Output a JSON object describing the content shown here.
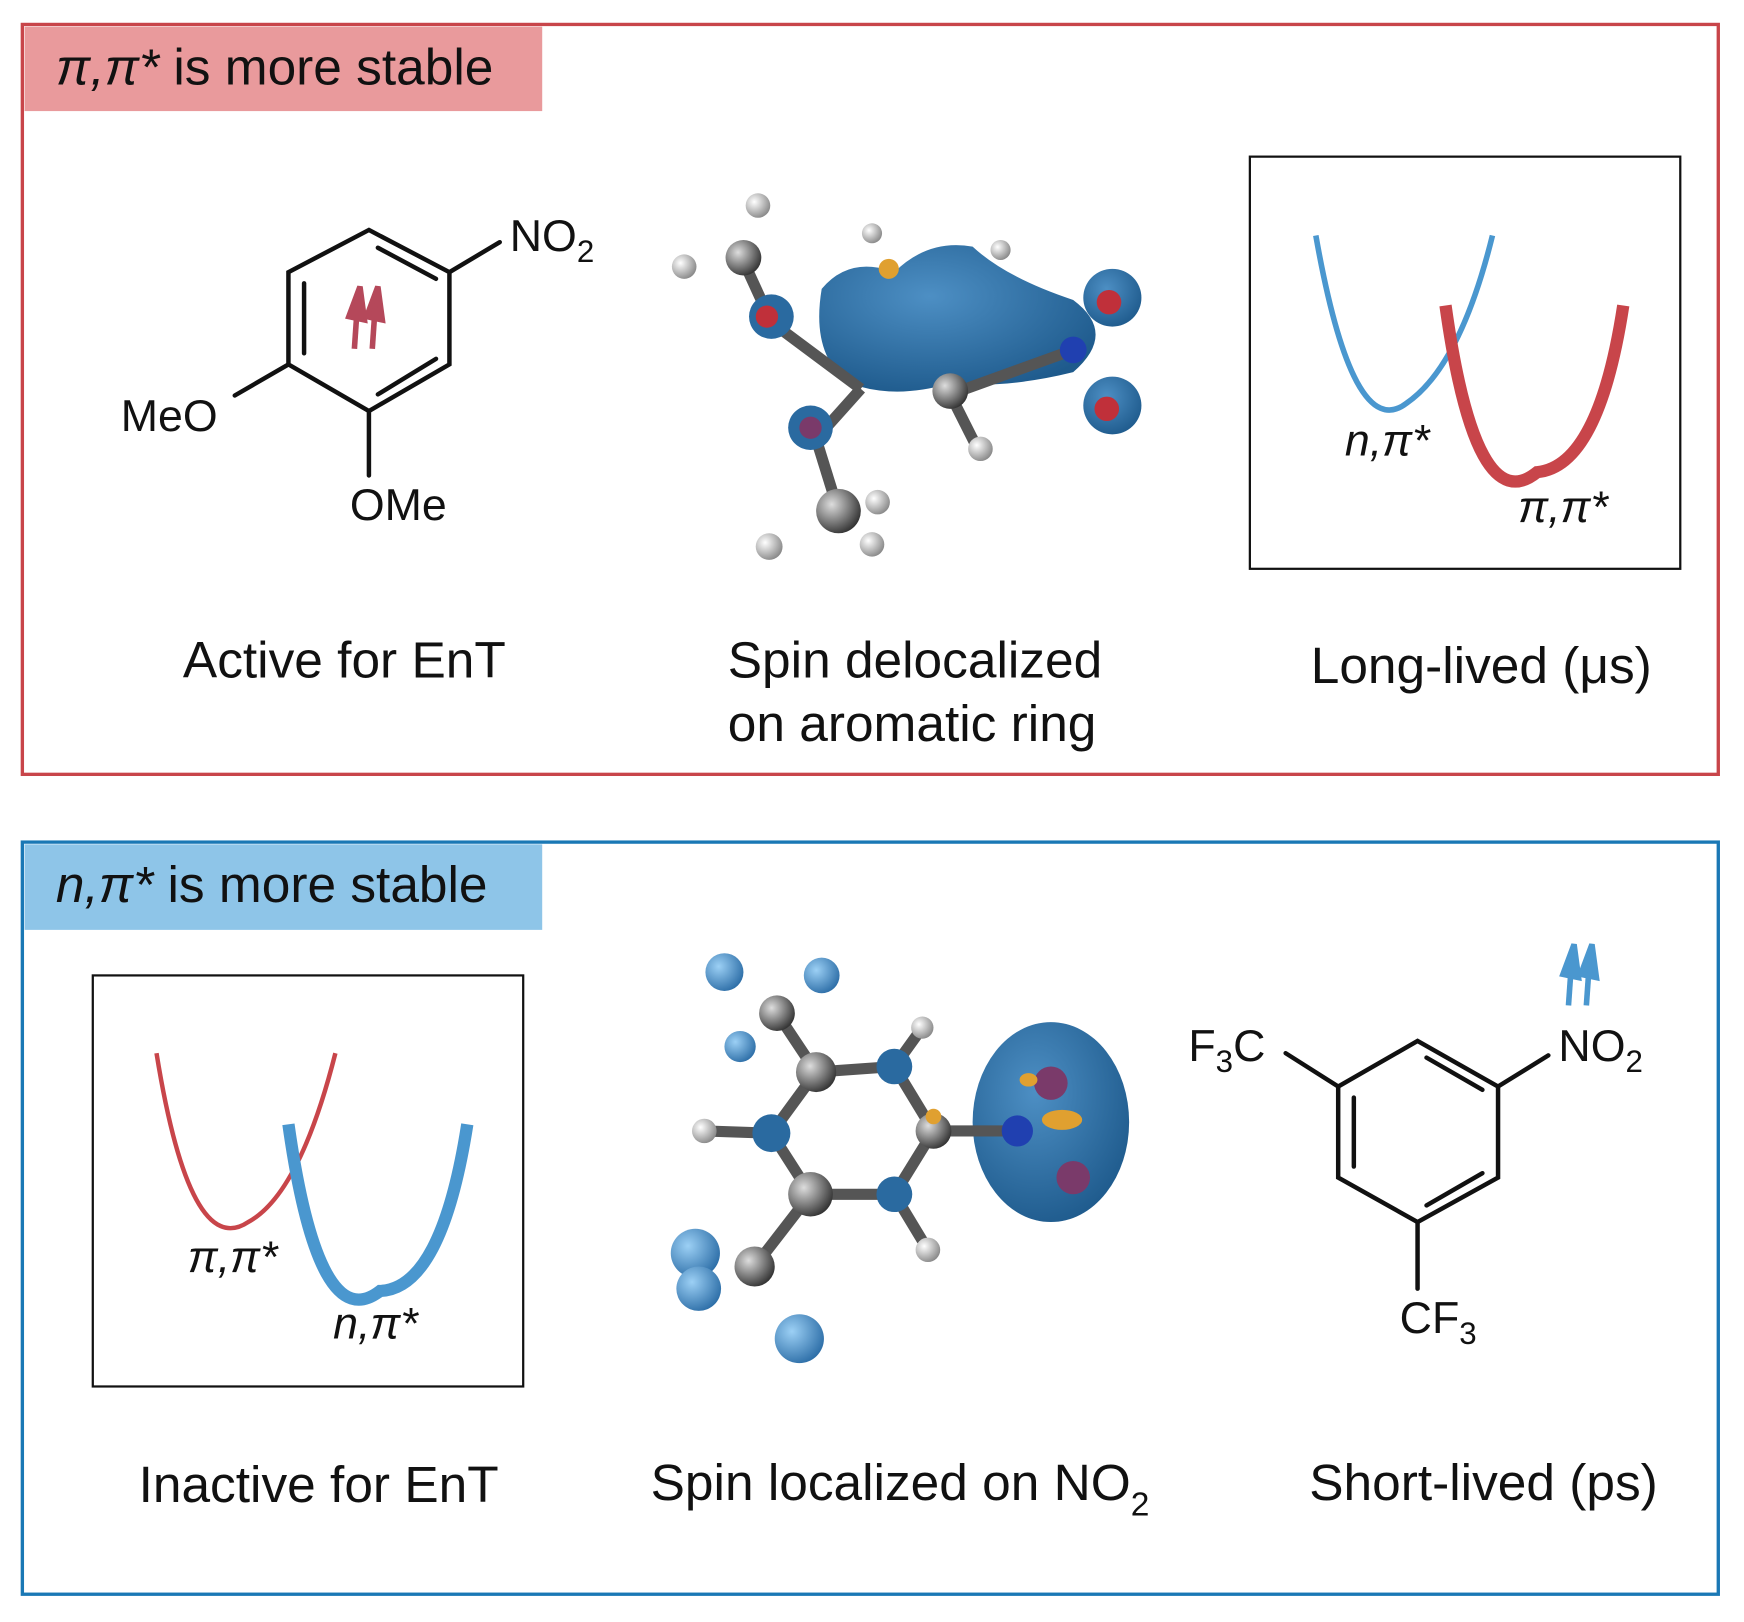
{
  "colors": {
    "red": "#c8454a",
    "red_header": "#e99a9c",
    "blue": "#1a78b5",
    "blue_header": "#8ec5e8",
    "curve_blue": "#4a97cf",
    "curve_red": "#c8454a"
  },
  "top_panel": {
    "header_italic": "π,π*",
    "header_rest": " is more stable",
    "molecule": {
      "no2": "NO",
      "no2_sub": "2",
      "meo": "MeO",
      "ome": "OMe"
    },
    "inset": {
      "blue_label": "n,π*",
      "red_label": "π,π*"
    },
    "caption_left": "Active for EnT",
    "caption_mid_1": "Spin delocalized",
    "caption_mid_2": "on aromatic ring",
    "caption_right": "Long-lived (μs)"
  },
  "bottom_panel": {
    "header_italic": "n,π*",
    "header_rest": " is more stable",
    "inset": {
      "red_label": "π,π*",
      "blue_label": "n,π*"
    },
    "molecule": {
      "f3c_f": "F",
      "f3c_sub": "3",
      "f3c_c": "C",
      "no2": "NO",
      "no2_sub": "2",
      "cf3": "CF",
      "cf3_sub": "3"
    },
    "caption_left": "Inactive for EnT",
    "caption_mid": "Spin localized on NO",
    "caption_mid_sub": "2",
    "caption_right": "Short-lived (ps)"
  }
}
